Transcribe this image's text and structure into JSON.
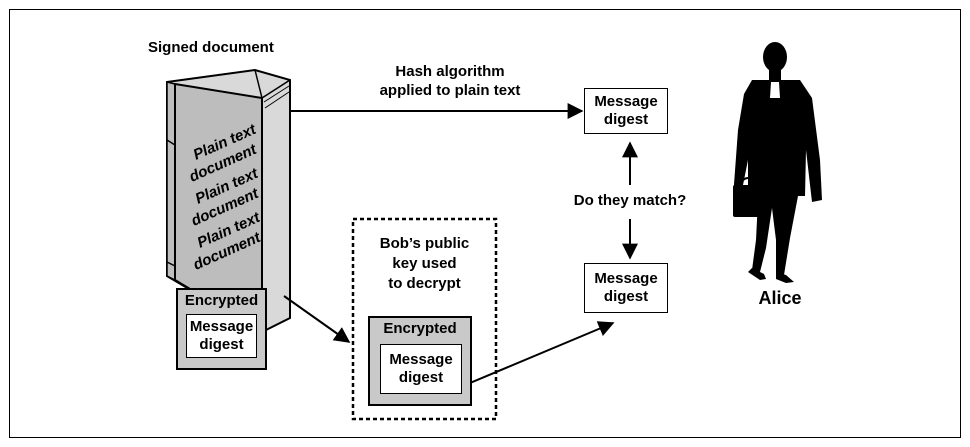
{
  "signed_document": {
    "title": "Signed document",
    "book_text": [
      "Plain text",
      "document",
      "Plain text",
      "document",
      "Plain text",
      "document"
    ],
    "encrypted_label": "Encrypted",
    "digest_label": [
      "Message",
      "digest"
    ]
  },
  "hash_label": [
    "Hash algorithm",
    "applied to plain text"
  ],
  "top_digest": [
    "Message",
    "digest"
  ],
  "question": "Do they match?",
  "bottom_digest": [
    "Message",
    "digest"
  ],
  "decrypt_box": {
    "label": [
      "Bob’s public",
      "key used",
      "to decrypt"
    ],
    "encrypted_label": "Encrypted",
    "digest_label": [
      "Message",
      "digest"
    ]
  },
  "person_label": "Alice"
}
